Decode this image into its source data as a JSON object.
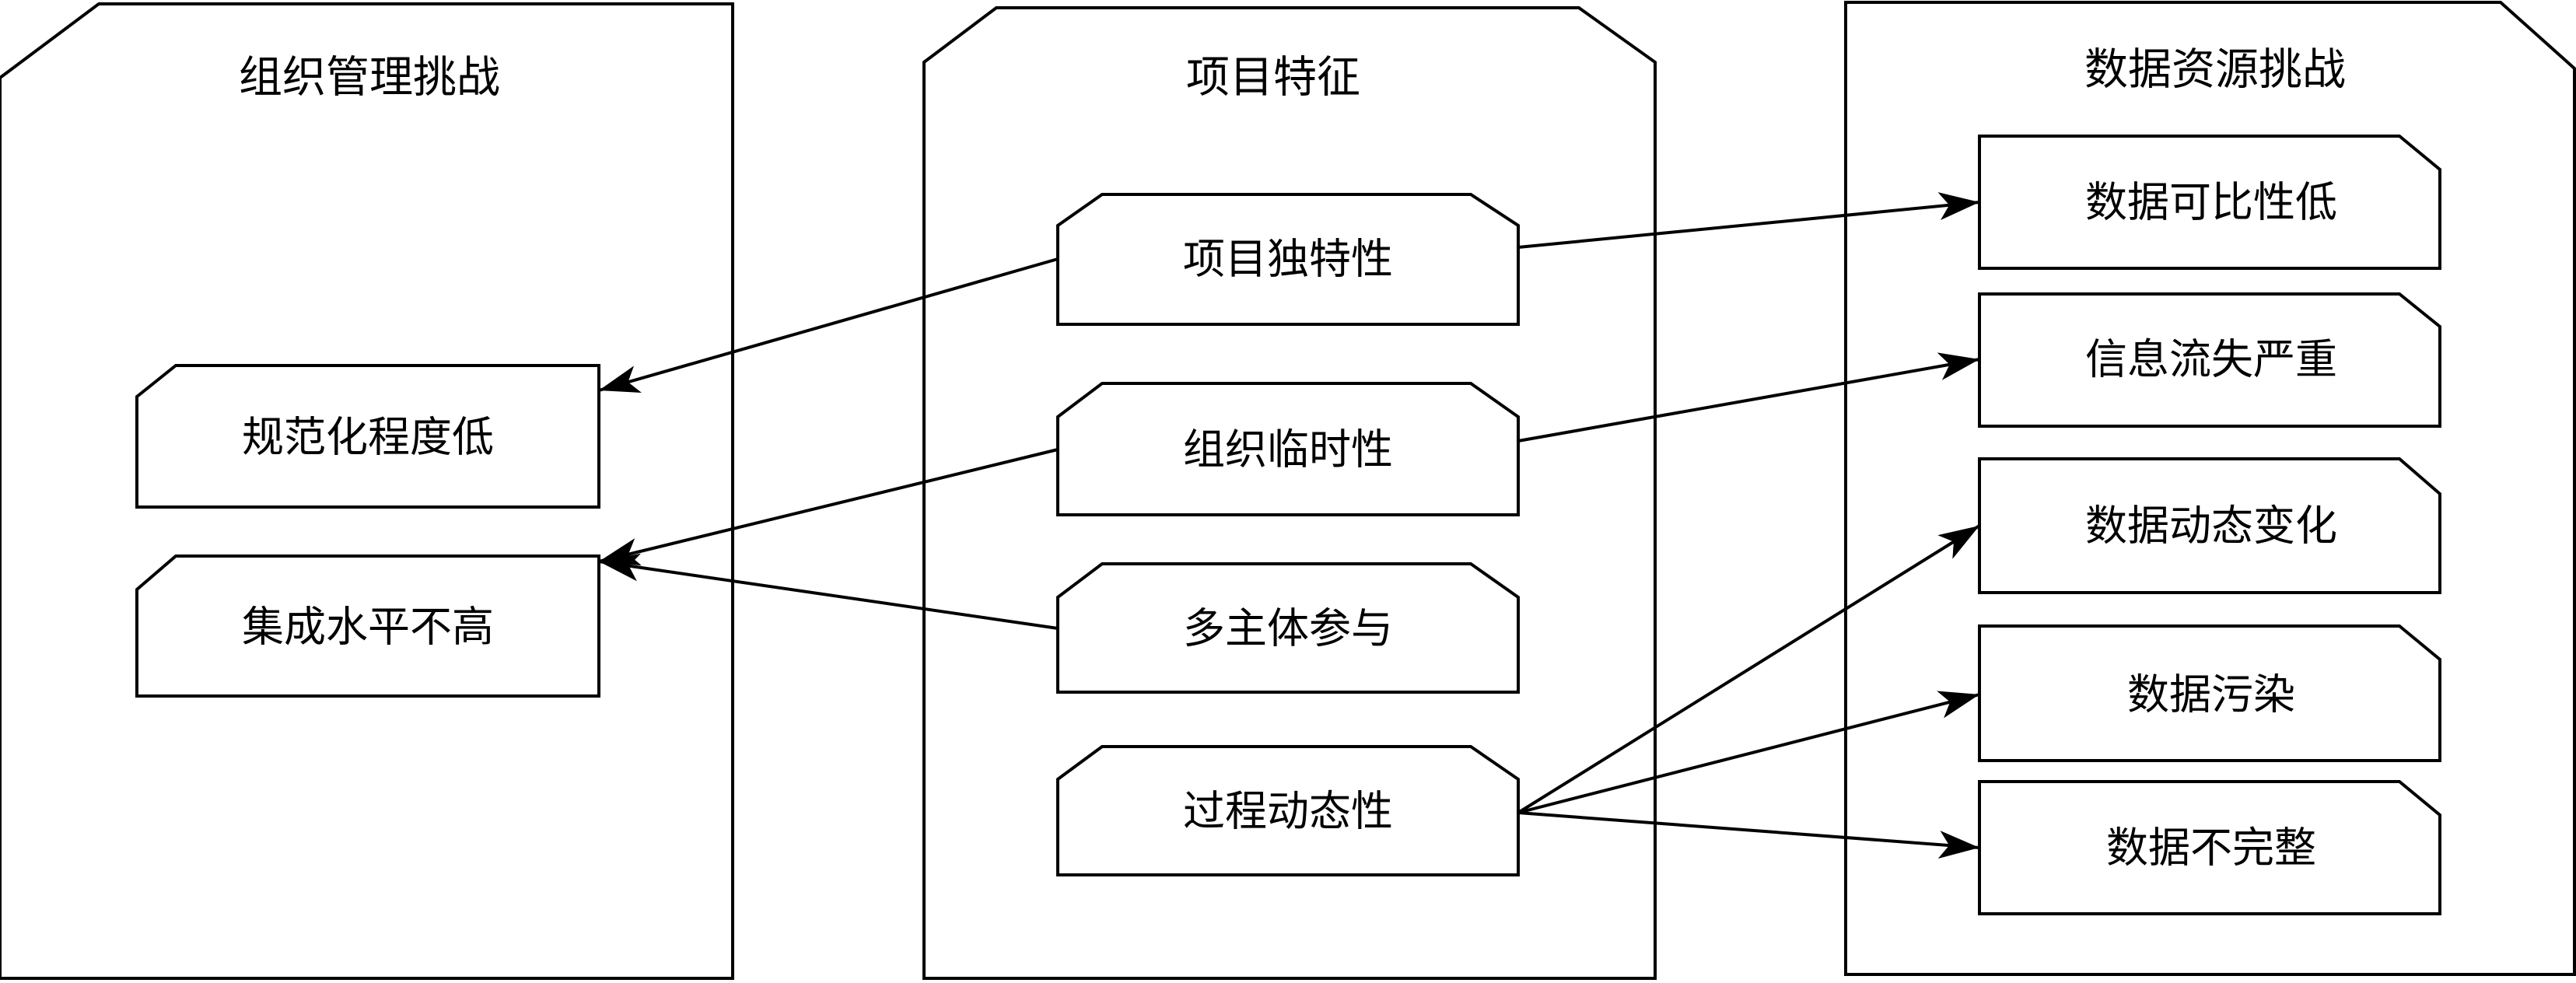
{
  "containers": {
    "org": {
      "title": "组织管理挑战"
    },
    "proj": {
      "title": "项目特征"
    },
    "data": {
      "title": "数据资源挑战"
    }
  },
  "nodes": {
    "org_standard": "规范化程度低",
    "org_integration": "集成水平不高",
    "proj_unique": "项目独特性",
    "proj_temporary": "组织临时性",
    "proj_multi": "多主体参与",
    "proj_dynamic": "过程动态性",
    "data_comparability": "数据可比性低",
    "data_loss": "信息流失严重",
    "data_change": "数据动态变化",
    "data_pollution": "数据污染",
    "data_incomplete": "数据不完整"
  },
  "edges": [
    {
      "from": "proj_unique",
      "to": "org_standard"
    },
    {
      "from": "proj_unique",
      "to": "data_comparability"
    },
    {
      "from": "proj_temporary",
      "to": "org_integration"
    },
    {
      "from": "proj_temporary",
      "to": "data_loss"
    },
    {
      "from": "proj_multi",
      "to": "org_integration"
    },
    {
      "from": "proj_dynamic",
      "to": "data_change"
    },
    {
      "from": "proj_dynamic",
      "to": "data_pollution"
    },
    {
      "from": "proj_dynamic",
      "to": "data_incomplete"
    }
  ],
  "colors": {
    "stroke": "#000000",
    "fill": "#ffffff",
    "text": "#000000"
  }
}
